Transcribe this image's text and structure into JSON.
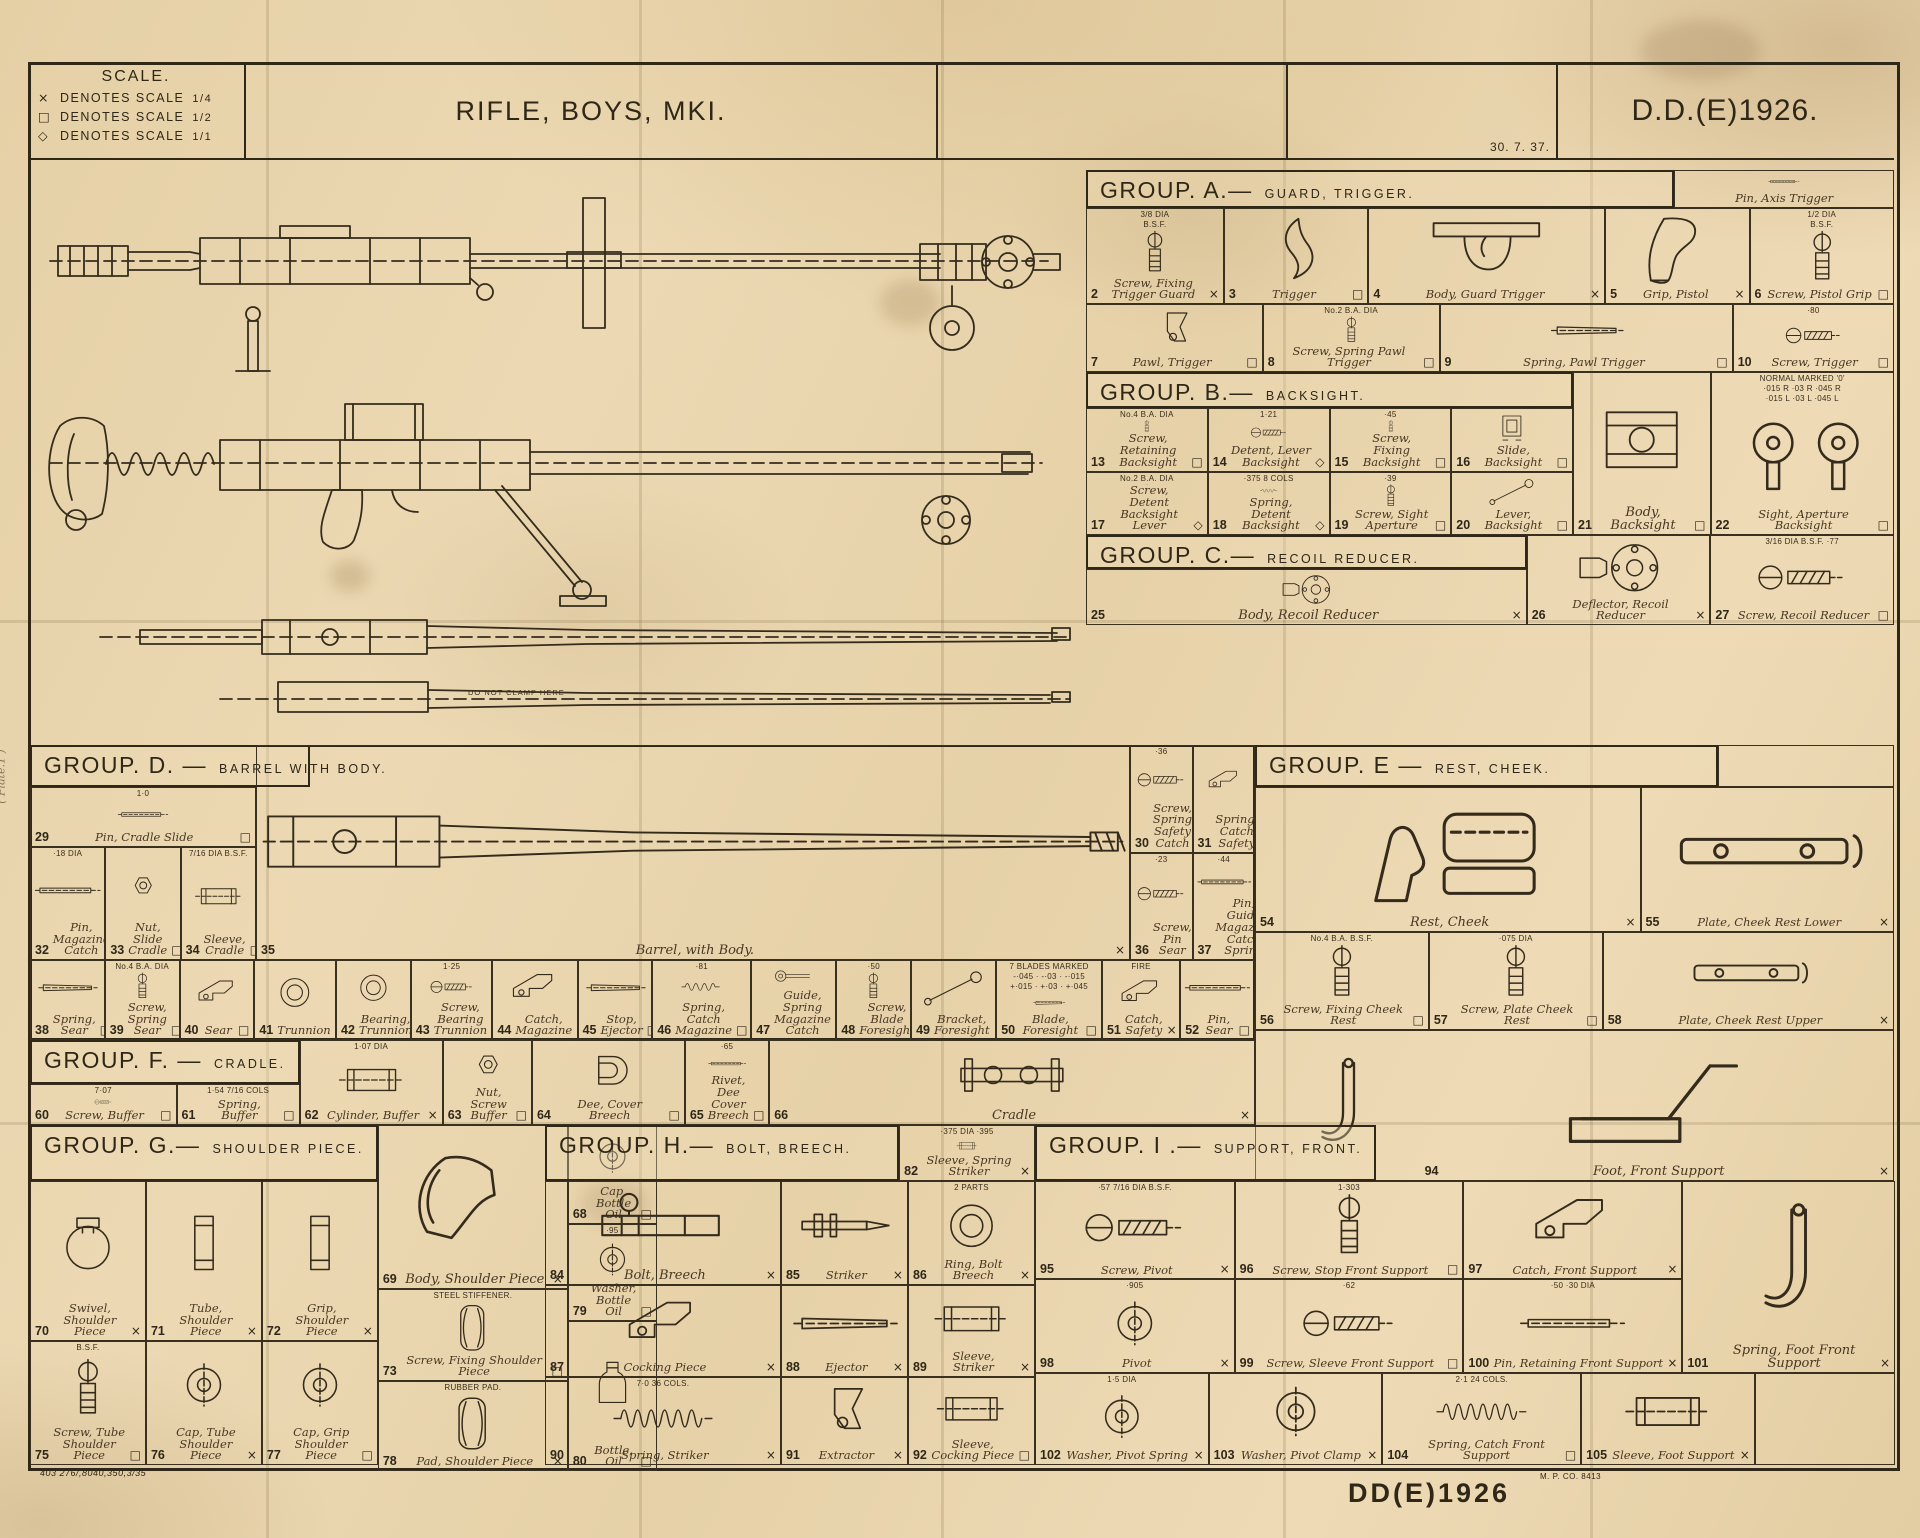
{
  "meta": {
    "title": "RIFLE, BOYS, MKI.",
    "doc_no": "D.D.(E)1926.",
    "date": "30. 7. 37.",
    "footer_code": "DD(E)1926",
    "printer_code": "M. P. CO. 8413",
    "print_ref": "403 276/,8040,350,3/35",
    "scale": {
      "heading": "SCALE.",
      "l1": {
        "sym": "×",
        "text": "DENOTES SCALE",
        "frac": "1/4"
      },
      "l2": {
        "sym": "□",
        "text": "DENOTES SCALE",
        "frac": "1/2"
      },
      "l3": {
        "sym": "◇",
        "text": "DENOTES SCALE",
        "frac": "1/1"
      }
    },
    "annotations": {
      "do_not_clamp": "DO NOT CLAMP HERE",
      "margin_note": "( Plate.1 )"
    },
    "colors": {
      "paper": "#e9d5ad",
      "ink": "#2f2718"
    }
  },
  "groups": {
    "A": {
      "title": "GROUP. A.—",
      "subtitle": "GUARD, TRIGGER.",
      "rows": {
        "top": [
          {
            "n": "",
            "name": "Pin, Axis Trigger",
            "scale": "",
            "icon": "pin",
            "w": 1
          }
        ],
        "r1": [
          {
            "n": "2",
            "name": "Screw, Fixing Trigger Guard",
            "scale": "×",
            "icon": "screwv",
            "note": "3/8 DIA\nB.S.F.",
            "w": 1
          },
          {
            "n": "3",
            "name": "Trigger",
            "scale": "□",
            "icon": "trigger",
            "w": 1.05
          },
          {
            "n": "4",
            "name": "Body, Guard Trigger",
            "scale": "×",
            "icon": "guard",
            "w": 1.75
          },
          {
            "n": "5",
            "name": "Grip, Pistol",
            "scale": "×",
            "icon": "grip",
            "w": 1.05
          },
          {
            "n": "6",
            "name": "Screw, Pistol Grip",
            "scale": "□",
            "icon": "screwv",
            "note": "1/2 DIA\nB.S.F.",
            "w": 1.05
          }
        ],
        "r2": [
          {
            "n": "7",
            "name": "Pawl, Trigger",
            "scale": "□",
            "icon": "pawl",
            "w": 1.1
          },
          {
            "n": "8",
            "name": "Screw, Spring Pawl Trigger",
            "scale": "□",
            "icon": "screwv",
            "note": "No.2 B.A. DIA",
            "w": 1.1
          },
          {
            "n": "9",
            "name": "Spring, Pawl Trigger",
            "scale": "□",
            "icon": "blade",
            "w": 1.85
          },
          {
            "n": "10",
            "name": "Screw, Trigger",
            "scale": "□",
            "icon": "screw",
            "note": "·80",
            "w": 1
          }
        ]
      }
    },
    "B": {
      "title": "GROUP. B.—",
      "subtitle": "BACKSIGHT.",
      "rows": {
        "r1": [
          {
            "n": "13",
            "name": "Screw, Retaining Backsight",
            "scale": "□",
            "icon": "screwv",
            "note": "No.4 B.A. DIA",
            "w": 1
          },
          {
            "n": "14",
            "name": "Detent, Lever Backsight",
            "scale": "◇",
            "icon": "screw",
            "note": "1·21",
            "w": 1
          },
          {
            "n": "15",
            "name": "Screw, Fixing Backsight",
            "scale": "□",
            "icon": "screwv",
            "note": "·45",
            "w": 1
          },
          {
            "n": "16",
            "name": "Slide, Backsight",
            "scale": "□",
            "icon": "slide",
            "w": 1
          }
        ],
        "r2": [
          {
            "n": "17",
            "name": "Screw, Detent Backsight Lever",
            "scale": "◇",
            "icon": "screw",
            "note": "No.2 B.A. DIA",
            "w": 1
          },
          {
            "n": "18",
            "name": "Spring, Detent Backsight",
            "scale": "◇",
            "icon": "spring",
            "note": "·375   8 COLS",
            "w": 1
          },
          {
            "n": "19",
            "name": "Screw, Sight Aperture",
            "scale": "□",
            "icon": "screwv",
            "note": "·39",
            "w": 1
          },
          {
            "n": "20",
            "name": "Lever, Backsight",
            "scale": "□",
            "icon": "lever",
            "w": 1
          }
        ],
        "side": [
          {
            "n": "21",
            "name": "Body, Backsight",
            "scale": "□",
            "icon": "body",
            "big": true,
            "w": 1
          },
          {
            "n": "22",
            "name": "Sight, Aperture Backsight",
            "scale": "□",
            "icon": "aperture",
            "note": "NORMAL MARKED '0'\n·015 R  ·03 R  ·045 R\n·015 L  ·03 L  ·045 L",
            "w": 1.35
          }
        ]
      }
    },
    "C": {
      "title": "GROUP. C.—",
      "subtitle": "RECOIL REDUCER.",
      "rows": {
        "main": [
          {
            "n": "25",
            "name": "Body, Recoil Reducer",
            "scale": "×",
            "icon": "flange",
            "big": true,
            "w": 1
          }
        ],
        "side": [
          {
            "n": "26",
            "name": "Deflector, Recoil Reducer",
            "scale": "×",
            "icon": "flange",
            "w": 1
          },
          {
            "n": "27",
            "name": "Screw, Recoil Reducer",
            "scale": "□",
            "icon": "screw",
            "note": "3/16 DIA B.S.F.   ·77",
            "w": 1
          }
        ]
      }
    },
    "D": {
      "title": "GROUP. D. —",
      "subtitle": "BARREL WITH BODY.",
      "barrel": {
        "n": "35",
        "name": "Barrel, with Body.",
        "scale": "×"
      },
      "rows": {
        "c29": [
          {
            "n": "29",
            "name": "Pin, Cradle Slide",
            "scale": "□",
            "icon": "pin",
            "note": "1·0",
            "w": 1
          }
        ],
        "c32": [
          {
            "n": "32",
            "name": "Pin, Magazine Catch",
            "scale": "□",
            "icon": "pin",
            "note": "·18 DIA",
            "w": 1
          },
          {
            "n": "33",
            "name": "Nut, Slide Cradle",
            "scale": "□",
            "icon": "nut",
            "w": 1
          },
          {
            "n": "34",
            "name": "Sleeve, Cradle",
            "scale": "□",
            "icon": "sleeve",
            "note": "7/16 DIA B.S.F.",
            "w": 1
          }
        ],
        "mini1": [
          {
            "n": "30",
            "name": "Screw, Spring Safety Catch",
            "scale": "◇",
            "icon": "screw",
            "note": "·36",
            "w": 1
          },
          {
            "n": "31",
            "name": "Spring, Catch Safety",
            "scale": "□",
            "icon": "catch",
            "w": 1
          }
        ],
        "mini2": [
          {
            "n": "36",
            "name": "Screw, Pin Sear",
            "scale": "◇",
            "icon": "screw",
            "note": "·23",
            "w": 1
          },
          {
            "n": "37",
            "name": "Pin, Guide Magazine Catch Spring",
            "scale": "◇",
            "icon": "pin",
            "note": "·44",
            "w": 1
          }
        ],
        "strip": [
          {
            "n": "38",
            "name": "Spring, Sear",
            "scale": "□",
            "icon": "blade",
            "w": 1
          },
          {
            "n": "39",
            "name": "Screw, Spring Sear",
            "scale": "□",
            "icon": "screwv",
            "note": "No.4 B.A. DIA",
            "w": 1
          },
          {
            "n": "40",
            "name": "Sear",
            "scale": "□",
            "icon": "catch",
            "w": 1
          },
          {
            "n": "41",
            "name": "Trunnion",
            "scale": "×",
            "icon": "ring",
            "w": 1.1
          },
          {
            "n": "42",
            "name": "Bearing, Trunnion",
            "scale": "□",
            "icon": "ring",
            "w": 1
          },
          {
            "n": "43",
            "name": "Screw, Bearing Trunnion",
            "scale": "□",
            "icon": "screw",
            "note": "1·25",
            "w": 1.1
          },
          {
            "n": "44",
            "name": "Catch, Magazine",
            "scale": "□",
            "icon": "catch",
            "w": 1.15
          },
          {
            "n": "45",
            "name": "Stop, Ejector",
            "scale": "□",
            "icon": "blade",
            "w": 1
          },
          {
            "n": "46",
            "name": "Spring, Catch Magazine",
            "scale": "□",
            "icon": "spring",
            "note": "·81",
            "w": 1.35
          },
          {
            "n": "47",
            "name": "Guide, Spring Magazine Catch",
            "scale": "×",
            "icon": "eye",
            "w": 1.15
          },
          {
            "n": "48",
            "name": "Screw, Blade Foresight",
            "scale": "□",
            "icon": "screwv",
            "note": "·50",
            "w": 1
          },
          {
            "n": "49",
            "name": "Bracket, Foresight",
            "scale": "×",
            "icon": "lever",
            "w": 1.15
          },
          {
            "n": "50",
            "name": "Blade, Foresight",
            "scale": "□",
            "icon": "blade",
            "note": "7 BLADES MARKED\n-·045 · -·03 · -·015\n+·015 · +·03 · +·045",
            "w": 1.45
          },
          {
            "n": "51",
            "name": "Catch, Safety",
            "scale": "×",
            "icon": "catch",
            "note": "FIRE",
            "w": 1.05
          },
          {
            "n": "52",
            "name": "Pin, Sear",
            "scale": "□",
            "icon": "pin",
            "w": 1
          }
        ]
      }
    },
    "E": {
      "title": "GROUP. E —",
      "subtitle": "REST, CHEEK.",
      "rows": {
        "r1": [
          {
            "n": "54",
            "name": "Rest, Cheek",
            "scale": "×",
            "icon": "cheek",
            "big": true,
            "w": 2.3
          },
          {
            "n": "55",
            "name": "Plate, Cheek Rest Lower",
            "scale": "×",
            "icon": "plate",
            "w": 1.5
          }
        ],
        "r2": [
          {
            "n": "56",
            "name": "Screw, Fixing Cheek Rest",
            "scale": "□",
            "icon": "screwv",
            "note": "No.4 B.A. B.S.F.",
            "w": 1
          },
          {
            "n": "57",
            "name": "Screw, Plate Cheek Rest",
            "scale": "□",
            "icon": "screwv",
            "note": "·075 DIA",
            "w": 1
          },
          {
            "n": "58",
            "name": "Plate, Cheek Rest Upper",
            "scale": "×",
            "icon": "plate",
            "w": 1.7
          }
        ]
      },
      "foot94": {
        "n": "94",
        "name": "Foot, Front Support",
        "scale": "×"
      }
    },
    "F": {
      "title": "GROUP. F. —",
      "subtitle": "CRADLE.",
      "rows": {
        "sub": [
          {
            "n": "60",
            "name": "Screw, Buffer",
            "scale": "□",
            "icon": "screw",
            "note": "7·07",
            "w": 1.2
          },
          {
            "n": "61",
            "name": "Spring, Buffer",
            "scale": "□",
            "icon": "spring",
            "note": "1·54  7/16 COLS",
            "w": 1
          }
        ],
        "main": [
          {
            "n": "62",
            "name": "Cylinder, Buffer",
            "scale": "×",
            "icon": "sleeve",
            "note": "1·07 DIA",
            "w": 1.4
          },
          {
            "n": "63",
            "name": "Nut, Screw Buffer",
            "scale": "□",
            "icon": "nut",
            "w": 0.85
          },
          {
            "n": "64",
            "name": "Dee, Cover Breech",
            "scale": "□",
            "icon": "dee",
            "w": 1.5
          },
          {
            "n": "65",
            "name": "Rivet, Dee Cover Breech",
            "scale": "□",
            "icon": "pin",
            "note": "·65",
            "w": 0.8
          },
          {
            "n": "66",
            "name": "Cradle",
            "scale": "×",
            "icon": "cradle",
            "big": true,
            "w": 4.9
          }
        ]
      }
    },
    "G": {
      "title": "GROUP. G.—",
      "subtitle": "SHOULDER PIECE.",
      "rows": {
        "tall": [
          {
            "n": "70",
            "name": "Swivel, Shoulder Piece",
            "scale": "×",
            "icon": "loop",
            "w": 1
          },
          {
            "n": "71",
            "name": "Tube, Shoulder Piece",
            "scale": "×",
            "icon": "tube",
            "w": 1
          },
          {
            "n": "72",
            "name": "Grip, Shoulder Piece",
            "scale": "×",
            "icon": "tube",
            "w": 1
          }
        ],
        "low": [
          {
            "n": "75",
            "name": "Screw, Tube Shoulder Piece",
            "scale": "□",
            "icon": "screwv",
            "note": "B.S.F.",
            "w": 1
          },
          {
            "n": "76",
            "name": "Cap, Tube Shoulder Piece",
            "scale": "×",
            "icon": "washer",
            "w": 1
          },
          {
            "n": "77",
            "name": "Cap, Grip Shoulder Piece",
            "scale": "□",
            "icon": "washer",
            "w": 1
          }
        ],
        "mid": [
          {
            "n": "69",
            "name": "Body, Shoulder Piece",
            "scale": "×",
            "icon": "shoulder",
            "big": true,
            "h": 160
          },
          {
            "n": "73",
            "name": "Screw, Fixing Shoulder Piece",
            "scale": "□",
            "icon": "pad",
            "note": "STEEL STIFFENER.",
            "h": 88
          },
          {
            "n": "78",
            "name": "Pad, Shoulder Piece",
            "scale": "×",
            "icon": "pad",
            "note": "RUBBER PAD.",
            "h": 86
          }
        ],
        "oil": [
          {
            "n": "68",
            "name": "Cap, Bottle Oil",
            "scale": "□",
            "icon": "washer",
            "h": 95
          },
          {
            "n": "79",
            "name": "Washer, Bottle Oil",
            "scale": "□",
            "icon": "washer",
            "note": "·95",
            "h": 93
          },
          {
            "n": "80",
            "name": "Bottle, Oil",
            "scale": "□",
            "icon": "bottle",
            "h": 146
          }
        ]
      }
    },
    "H": {
      "title": "GROUP. H.—",
      "subtitle": "BOLT, BREECH.",
      "rows": {
        "hr": [
          {
            "n": "82",
            "name": "Sleeve, Spring Striker",
            "scale": "×",
            "icon": "sleeve",
            "note": "·375 DIA   ·395",
            "w": 1
          }
        ],
        "r1": [
          {
            "n": "84",
            "name": "Bolt, Breech",
            "scale": "×",
            "icon": "bolt",
            "big": true,
            "w": 1.9
          },
          {
            "n": "85",
            "name": "Striker",
            "scale": "×",
            "icon": "striker",
            "w": 1
          },
          {
            "n": "86",
            "name": "Ring, Bolt Breech",
            "scale": "×",
            "icon": "ring",
            "note": "2 PARTS",
            "w": 1
          }
        ],
        "r2": [
          {
            "n": "87",
            "name": "Cocking Piece",
            "scale": "×",
            "icon": "catch",
            "w": 1.9
          },
          {
            "n": "88",
            "name": "Ejector",
            "scale": "×",
            "icon": "blade",
            "w": 1
          },
          {
            "n": "89",
            "name": "Sleeve, Striker",
            "scale": "×",
            "icon": "sleeve",
            "w": 1
          }
        ],
        "r3": [
          {
            "n": "90",
            "name": "Spring, Striker",
            "scale": "×",
            "icon": "coil",
            "note": "7·0      36 COLS.",
            "w": 1.9
          },
          {
            "n": "91",
            "name": "Extractor",
            "scale": "×",
            "icon": "pawl",
            "w": 1
          },
          {
            "n": "92",
            "name": "Sleeve, Cocking Piece",
            "scale": "□",
            "icon": "sleeve",
            "w": 1
          }
        ]
      }
    },
    "I": {
      "title": "GROUP. I .—",
      "subtitle": "SUPPORT, FRONT.",
      "rows": {
        "r1": [
          {
            "n": "95",
            "name": "Screw, Pivot",
            "scale": "×",
            "icon": "screw",
            "note": "·57   7/16 DIA B.S.F.",
            "w": 1
          },
          {
            "n": "96",
            "name": "Screw, Stop Front Support",
            "scale": "□",
            "icon": "screwv",
            "note": "1·303",
            "w": 1.15
          },
          {
            "n": "97",
            "name": "Catch, Front Support",
            "scale": "×",
            "icon": "catch",
            "w": 1.1
          }
        ],
        "r2": [
          {
            "n": "98",
            "name": "Pivot",
            "scale": "×",
            "icon": "washer",
            "note": "·905",
            "w": 1
          },
          {
            "n": "99",
            "name": "Screw, Sleeve Front Support",
            "scale": "□",
            "icon": "screw",
            "note": "·62",
            "w": 1.15
          },
          {
            "n": "100",
            "name": "Pin, Retaining Front Support",
            "scale": "×",
            "icon": "pin",
            "note": "·50   ·30 DIA",
            "w": 1.1
          }
        ],
        "side": [
          {
            "n": "101",
            "name": "Spring, Foot Front Support",
            "scale": "×",
            "icon": "hook",
            "big": true,
            "w": 1
          }
        ],
        "r3": [
          {
            "n": "102",
            "name": "Washer, Pivot Spring",
            "scale": "×",
            "icon": "washer",
            "note": "1·5 DIA",
            "w": 1
          },
          {
            "n": "103",
            "name": "Washer, Pivot Clamp",
            "scale": "×",
            "icon": "washer",
            "w": 1
          },
          {
            "n": "104",
            "name": "Spring, Catch Front Support",
            "scale": "□",
            "icon": "coil",
            "note": "2·1    24 COLS.",
            "w": 1.15
          },
          {
            "n": "105",
            "name": "Sleeve, Foot Support",
            "scale": "×",
            "icon": "sleeve",
            "w": 1
          },
          {
            "n": "",
            "name": "",
            "scale": "",
            "icon": "none",
            "w": 0.8
          }
        ]
      }
    }
  }
}
